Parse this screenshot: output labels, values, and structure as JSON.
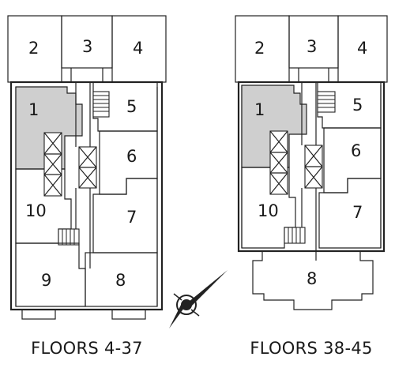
{
  "plans": [
    {
      "caption": "FLOORS 4-37",
      "units": [
        {
          "label": "2"
        },
        {
          "label": "3"
        },
        {
          "label": "4"
        },
        {
          "label": "1",
          "highlighted": true
        },
        {
          "label": "5"
        },
        {
          "label": "6"
        },
        {
          "label": "10"
        },
        {
          "label": "7"
        },
        {
          "label": "9"
        },
        {
          "label": "8"
        }
      ]
    },
    {
      "caption": "FLOORS 38-45",
      "units": [
        {
          "label": "2"
        },
        {
          "label": "3"
        },
        {
          "label": "4"
        },
        {
          "label": "1",
          "highlighted": true
        },
        {
          "label": "5"
        },
        {
          "label": "6"
        },
        {
          "label": "10"
        },
        {
          "label": "7"
        },
        {
          "label": "8"
        }
      ]
    }
  ],
  "colors": {
    "highlight": "#cfcfcf",
    "line": "#222222",
    "background": "#ffffff"
  },
  "icons": {
    "compass": "north-arrow-compass-icon"
  }
}
